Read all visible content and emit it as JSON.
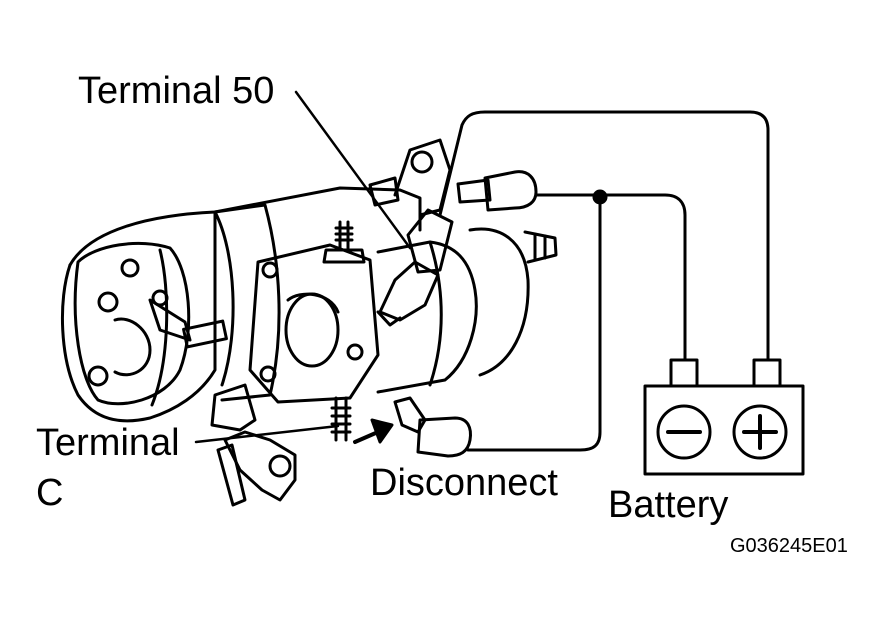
{
  "labels": {
    "terminal_50": "Terminal 50",
    "terminal_c_line1": "Terminal",
    "terminal_c_line2": "C",
    "disconnect": "Disconnect",
    "battery": "Battery",
    "figure_code": "G036245E01"
  },
  "battery": {
    "negative_symbol": "minus-icon",
    "positive_symbol": "plus-icon"
  },
  "colors": {
    "line": "#000000",
    "background": "#ffffff"
  }
}
